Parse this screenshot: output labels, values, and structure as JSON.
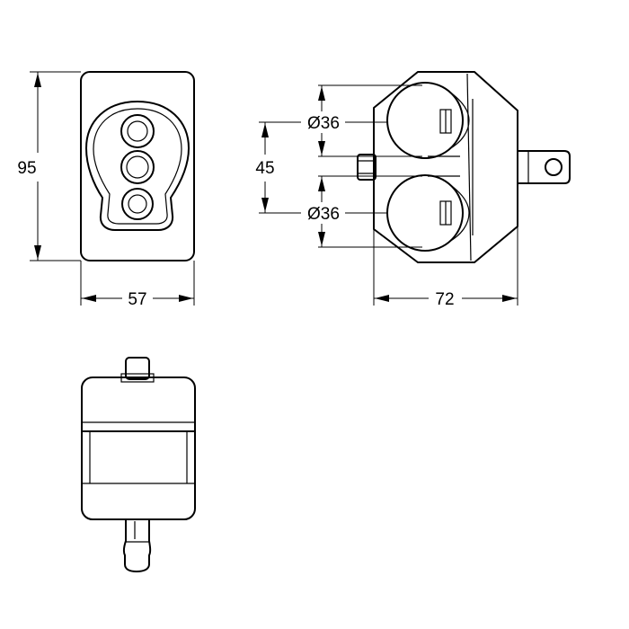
{
  "dimensions": {
    "front_height": "95",
    "front_width": "57",
    "side_spacing": "45",
    "side_diameter_top": "Ø36",
    "side_diameter_bottom": "Ø36",
    "side_width": "72"
  },
  "colors": {
    "line": "#000000",
    "background": "#ffffff"
  }
}
